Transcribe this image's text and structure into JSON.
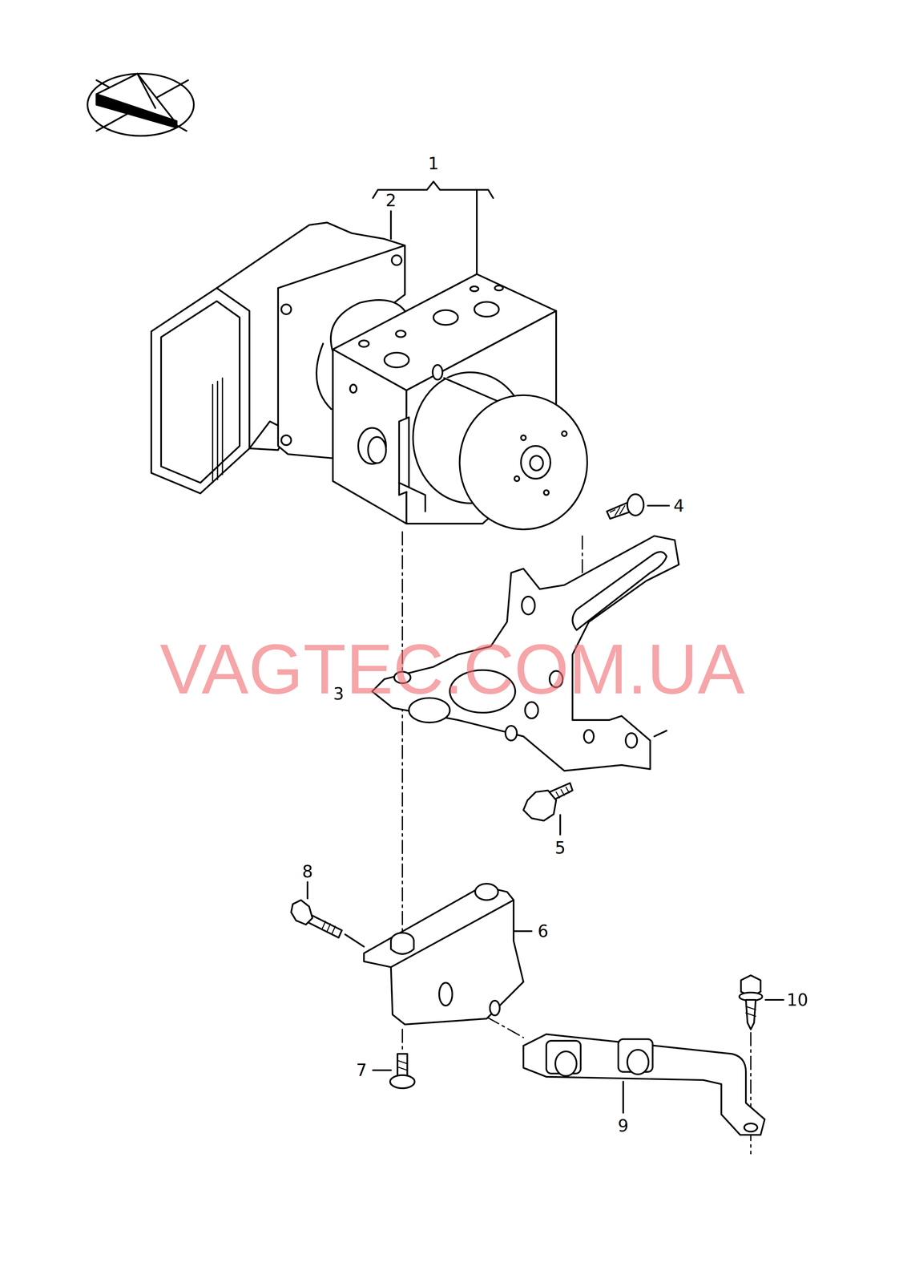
{
  "diagram": {
    "labels": [
      "1",
      "2",
      "3",
      "4",
      "5",
      "6",
      "7",
      "8",
      "9",
      "10",
      "VAGTEC.COM.UA"
    ]
  }
}
